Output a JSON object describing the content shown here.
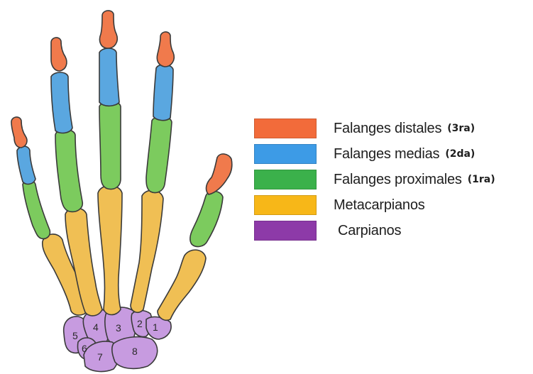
{
  "colors": {
    "distal": "#f07a4c",
    "medial": "#5aa7e0",
    "proximal": "#7ccb5e",
    "metacarpal": "#f0bf54",
    "carpal": "#c79be0",
    "legend_distal": "#f26b3a",
    "legend_medial": "#3d9be6",
    "legend_proximal": "#3bb14b",
    "legend_metacarpal": "#f7b718",
    "legend_carpal": "#8d3aa8"
  },
  "finger_numbers": [
    "5",
    "4",
    "3",
    "2",
    "1"
  ],
  "carpal_numbers": [
    "6",
    "7",
    "8"
  ],
  "legend": [
    {
      "text": "Falanges distales",
      "note": "(3ra)",
      "color_key": "legend_distal"
    },
    {
      "text": "Falanges medias",
      "note": "(2da)",
      "color_key": "legend_medial"
    },
    {
      "text": "Falanges proximales",
      "note": "(1ra)",
      "color_key": "legend_proximal"
    },
    {
      "text": "Metacarpianos",
      "note": "",
      "color_key": "legend_metacarpal"
    },
    {
      "text": "Carpianos",
      "note": "",
      "color_key": "legend_carpal"
    }
  ]
}
